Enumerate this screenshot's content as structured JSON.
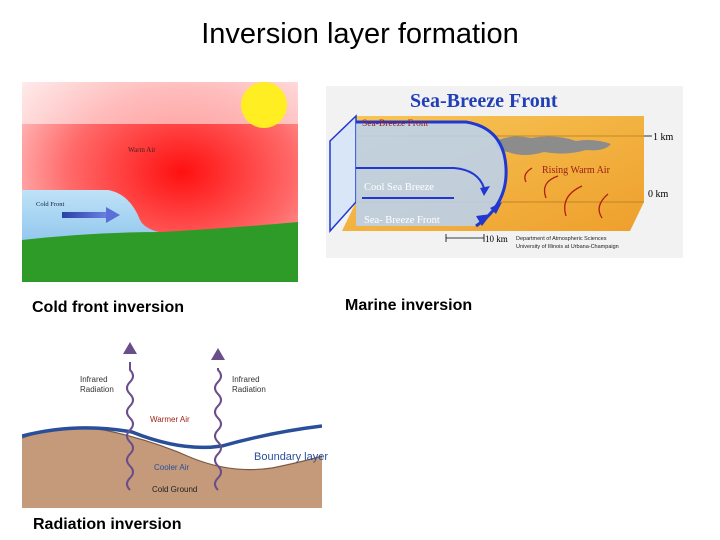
{
  "title": "Inversion layer formation",
  "cold_front": {
    "caption": "Cold front inversion",
    "warm_air_label": "Warm Air",
    "cold_front_label": "Cold Front"
  },
  "sea_breeze": {
    "caption": "Marine inversion",
    "title": "Sea-Breeze Front",
    "top_label": "Sea-Breeze Front",
    "one_km": "1 km",
    "zero_km": "0 km",
    "rising_warm_air": "Rising Warm Air",
    "cool_sea_breeze": "Cool Sea Breeze",
    "bottom_label": "Sea- Breeze Front",
    "scale": "10 km",
    "credit_line1": "Department of Atmospheric Sciences",
    "credit_line2": "University of Illinois at Urbana-Champaign"
  },
  "radiation": {
    "caption": "Radiation inversion",
    "infrared_left_1": "Infrared",
    "infrared_left_2": "Radiation",
    "infrared_right_1": "Infrared",
    "infrared_right_2": "Radiation",
    "warmer_air": "Warmer Air",
    "cooler_air": "Cooler Air",
    "cold_ground": "Cold Ground",
    "boundary_layer": "Boundary layer"
  },
  "colors": {
    "sky_red": "#ff1a1a",
    "grass_green": "#2e9a28",
    "sun_yellow": "#ffee22",
    "cold_air_blue": "#8cc6f0",
    "sea_breeze_orange": "#f2b33c",
    "front_blue": "#2038d0",
    "ground_brown": "#b98a6a",
    "boundary_blue": "#2a4f9a",
    "radiation_purple": "#6a4e8a"
  }
}
